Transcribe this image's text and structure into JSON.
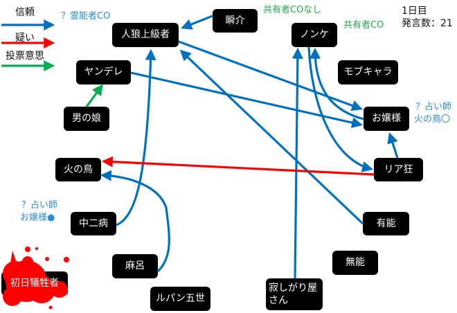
{
  "legend": [
    {
      "label": "信頼",
      "color": "#0070c0"
    },
    {
      "label": "疑い",
      "color": "#ff0000"
    },
    {
      "label": "投票意思",
      "color": "#00b050"
    }
  ],
  "status": {
    "day": "1日目",
    "posts": "発言数：21"
  },
  "nodes": {
    "shunsuke": "瞬介",
    "jinro": "人狼上級者",
    "nonke": "ノンケ",
    "yandere": "ヤンデレ",
    "mob": "モブキャラ",
    "otokonoko": "男の娘",
    "ojousama": "お嬢様",
    "hinotori": "火の鳥",
    "riakyo": "リア狂",
    "chuni": "中二病",
    "yuno": "有能",
    "maro": "麻呂",
    "muno": "無能",
    "victim": "初日犠牲者",
    "sabishi": "寂しがり屋さん",
    "lupin": "ルパン五世"
  },
  "annotations": {
    "jinro_co": "？霊能者CO",
    "shunsuke_note": "共有者COなし",
    "nonke_note": "共有者CO",
    "ojousama_note1": "？占い師",
    "ojousama_note2": "火の鳥〇",
    "hinotori_note1": "？占い師",
    "hinotori_note2": "お嬢様●"
  },
  "edges": [
    {
      "from": "瞬介",
      "to": "人狼上級者",
      "type": "信頼"
    },
    {
      "from": "人狼上級者",
      "to": "お嬢様",
      "type": "信頼"
    },
    {
      "from": "ヤンデレ",
      "to": "お嬢様",
      "type": "信頼"
    },
    {
      "from": "有能",
      "to": "人狼上級者",
      "type": "信頼"
    },
    {
      "from": "中二病",
      "to": "人狼上級者",
      "type": "信頼"
    },
    {
      "from": "麻呂",
      "to": "火の鳥",
      "type": "信頼"
    },
    {
      "from": "寂しがり屋さん",
      "to": "ノンケ",
      "type": "信頼"
    },
    {
      "from": "お嬢様",
      "to": "ノンケ",
      "type": "信頼"
    },
    {
      "from": "ノンケ",
      "to": "リア狂",
      "type": "信頼"
    },
    {
      "from": "リア狂",
      "to": "お嬢様",
      "type": "信頼"
    },
    {
      "from": "リア狂",
      "to": "火の鳥",
      "type": "疑い"
    },
    {
      "from": "男の娘",
      "to": "ヤンデレ",
      "type": "投票意思"
    }
  ]
}
